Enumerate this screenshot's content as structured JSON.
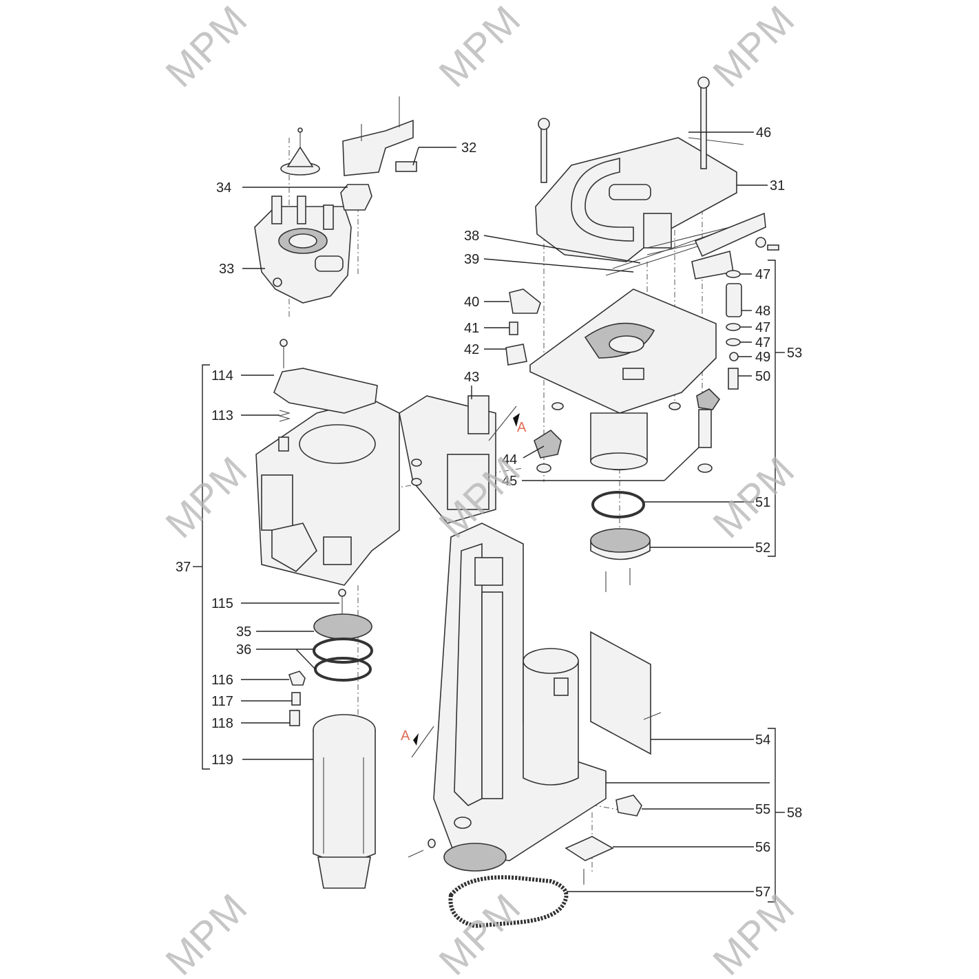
{
  "watermark": "MPM",
  "section_marker": "A",
  "labels": {
    "l31": "31",
    "l32": "32",
    "l33": "33",
    "l34": "34",
    "l35": "35",
    "l36": "36",
    "l37": "37",
    "l38": "38",
    "l39": "39",
    "l40": "40",
    "l41": "41",
    "l42": "42",
    "l43": "43",
    "l44": "44",
    "l45": "45",
    "l46": "46",
    "l47a": "47",
    "l47b": "47",
    "l47c": "47",
    "l48": "48",
    "l49": "49",
    "l50": "50",
    "l51": "51",
    "l52": "52",
    "l53": "53",
    "l54": "54",
    "l55": "55",
    "l56": "56",
    "l57": "57",
    "l58": "58",
    "l113": "113",
    "l114": "114",
    "l115": "115",
    "l116": "116",
    "l117": "117",
    "l118": "118",
    "l119": "119"
  }
}
